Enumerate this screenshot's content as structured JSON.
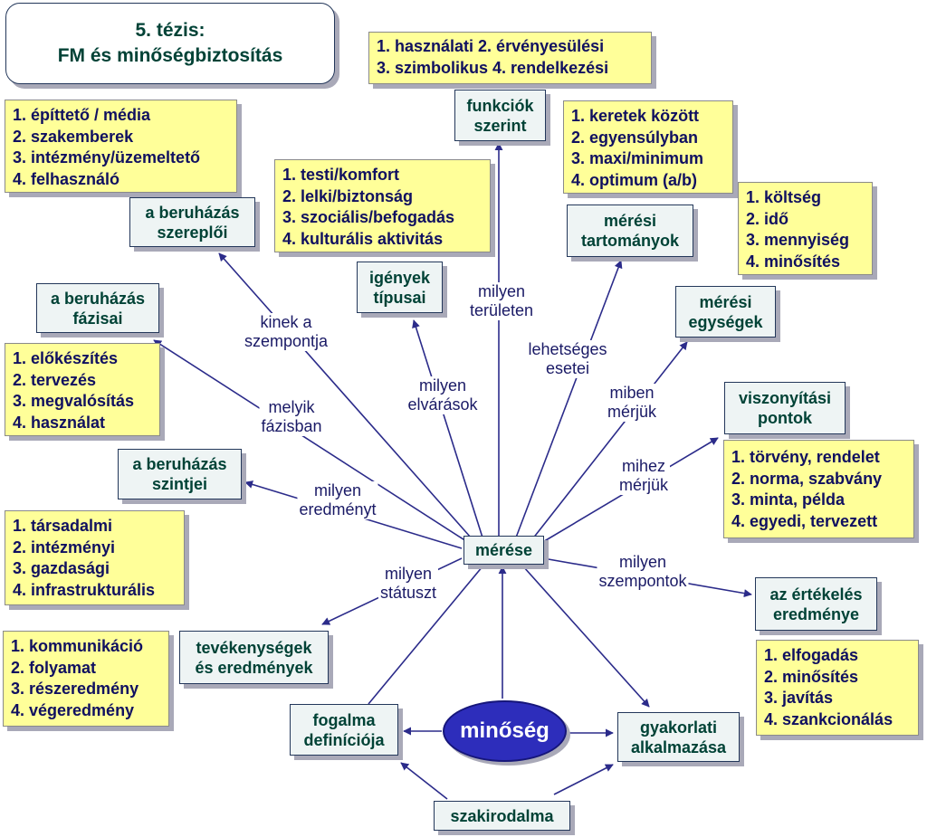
{
  "title": {
    "line1": "5. tézis:",
    "line2": "FM és minőségbiztosítás"
  },
  "center": {
    "merese": "mérése",
    "minoseg": "minőség"
  },
  "nodes": {
    "funkciok": [
      "funkciók",
      "szerint"
    ],
    "beruhazas_szereploi": [
      "a beruházás",
      "szereplői"
    ],
    "beruhazas_fazisai": [
      "a beruházás",
      "fázisai"
    ],
    "beruhazas_szintjei": [
      "a beruházás",
      "szintjei"
    ],
    "igenyek_tipusai": [
      "igények",
      "típusai"
    ],
    "meresi_tartomanyok": [
      "mérési",
      "tartományok"
    ],
    "meresi_egysegek": [
      "mérési",
      "egységek"
    ],
    "viszonyitasi_pontok": [
      "viszonyítási",
      "pontok"
    ],
    "ertekeles_eredmenye": [
      "az értékelés",
      "eredménye"
    ],
    "tevekenysegek": [
      "tevékenységek",
      "és eredmények"
    ],
    "fogalma": [
      "fogalma",
      "definíciója"
    ],
    "gyakorlati": [
      "gyakorlati",
      "alkalmazása"
    ],
    "szakirodalma": [
      "szakirodalma"
    ]
  },
  "lists": {
    "funkciok": [
      "1. használati 2. érvényesülési",
      "3. szimbolikus 4. rendelkezési"
    ],
    "szereplok": [
      "1. építtető / média",
      "2. szakemberek",
      "3. intézmény/üzemeltető",
      "4. felhasználó"
    ],
    "igenyek": [
      "1. testi/komfort",
      "2. lelki/biztonság",
      "3. szociális/befogadás",
      "4. kulturális aktivitás"
    ],
    "tartomanyok": [
      "1. keretek között",
      "2. egyensúlyban",
      "3. maxi/minimum",
      "4. optimum (a/b)"
    ],
    "egysegek": [
      "1. költség",
      "2. idő",
      "3. mennyiség",
      "4. minősítés"
    ],
    "fazisok": [
      "1. előkészítés",
      "2. tervezés",
      "3. megvalósítás",
      "4. használat"
    ],
    "viszonyitas": [
      "1. törvény, rendelet",
      "2. norma, szabvány",
      "3. minta, példa",
      "4. egyedi, tervezett"
    ],
    "szintek": [
      "1. társadalmi",
      "2. intézményi",
      "3. gazdasági",
      "4. infrastrukturális"
    ],
    "tevekenysegek": [
      "1. kommunikáció",
      "2. folyamat",
      "3. részeredmény",
      "4. végeredmény"
    ],
    "ertekeles": [
      "1. elfogadás",
      "2. minősítés",
      "3. javítás",
      "4. szankcionálás"
    ]
  },
  "edge_labels": {
    "kinek": [
      "kinek a",
      "szempontja"
    ],
    "melyik": [
      "melyik",
      "fázisban"
    ],
    "eredmenyt": [
      "milyen",
      "eredményt"
    ],
    "statuszt": [
      "milyen",
      "státuszt"
    ],
    "elvarasok": [
      "milyen",
      "elvárások"
    ],
    "teruleten": [
      "milyen",
      "területen"
    ],
    "lehetseges": [
      "lehetséges",
      "esetei"
    ],
    "miben": [
      "miben",
      "mérjük"
    ],
    "mihez": [
      "mihez",
      "mérjük"
    ],
    "szempontok": [
      "milyen",
      "szempontok"
    ]
  },
  "colors": {
    "line": "#2b2b8a",
    "box_text": "#004236",
    "list_text": "#101060",
    "list_bg": "#ffff99",
    "ellipse": "#2d2dbb"
  }
}
